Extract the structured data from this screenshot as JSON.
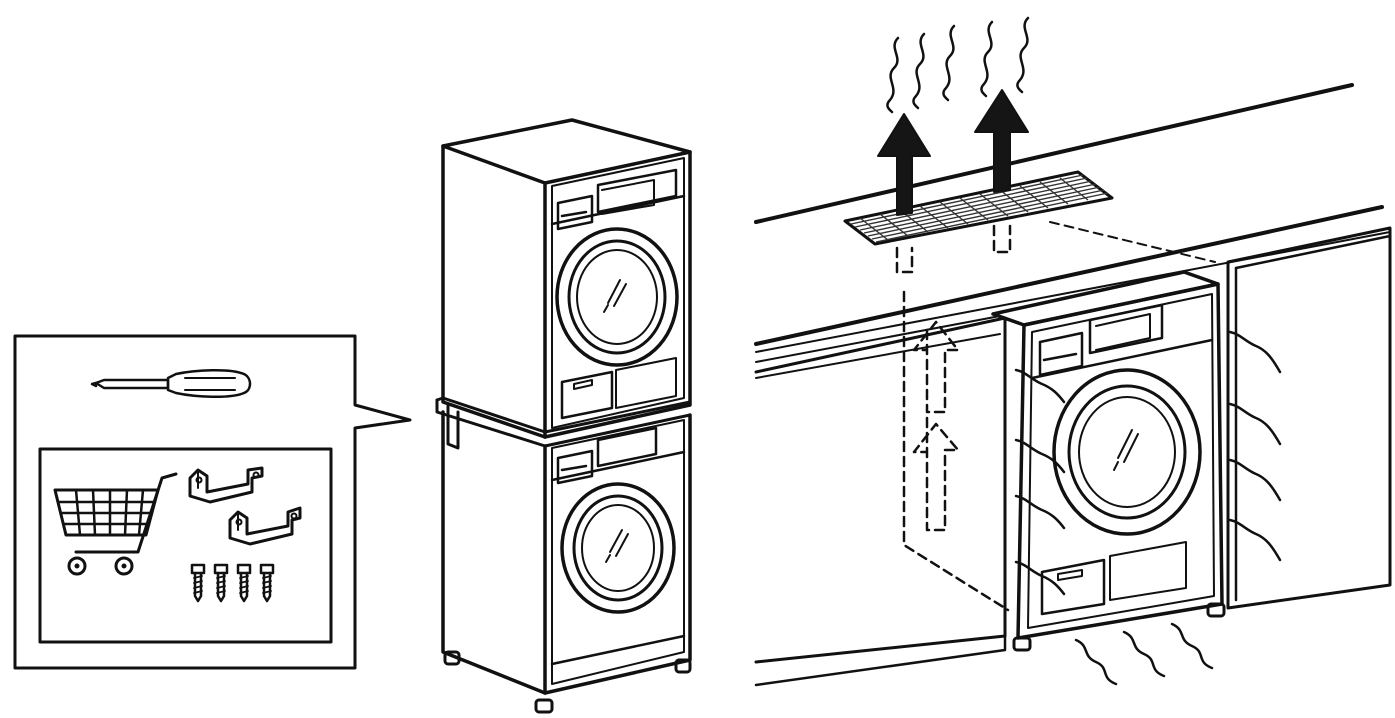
{
  "figure": {
    "panels": [
      "tools-and-accessories-callout",
      "stacked-washer-dryer-column",
      "built-in-dryer-under-countertop"
    ],
    "accessories": {
      "tool": "screwdriver-icon",
      "purchase": "shopping-cart-icon",
      "brackets": 2,
      "screws": 4
    },
    "colors": {
      "line": "#111111",
      "background": "#ffffff",
      "arrow": "#151515"
    }
  }
}
